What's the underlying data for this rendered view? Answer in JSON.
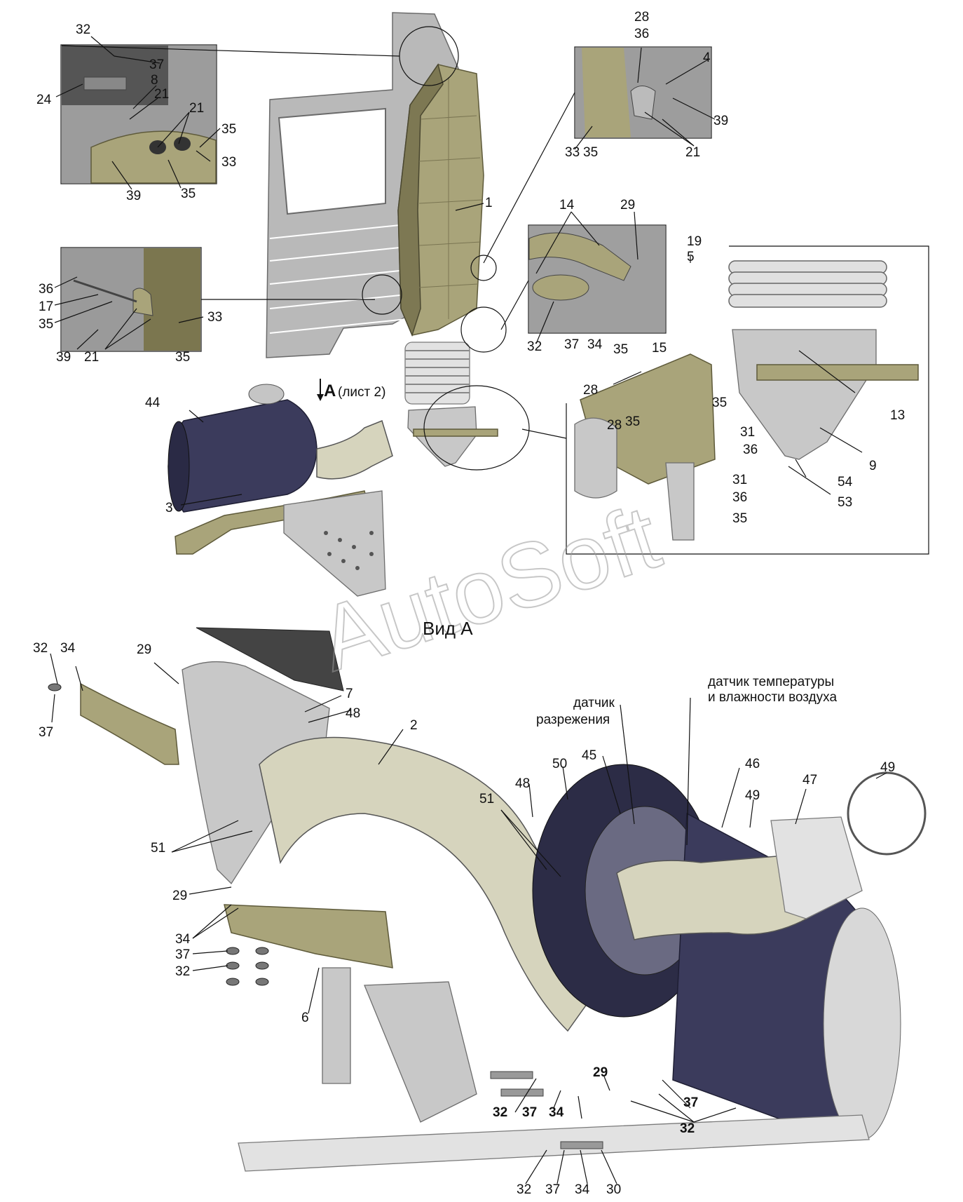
{
  "header": {
    "view_label": "Вид А",
    "section_arrow_letter": "А",
    "section_arrow_note": "(лист 2)"
  },
  "watermark": "AutoSoft",
  "sensors": {
    "vacuum_sensor": [
      "датчик",
      "разрежения"
    ],
    "temp_humidity_sensor": [
      "датчик температуры",
      "и влажности воздуха"
    ]
  },
  "callouts": {
    "inset_top_left": [
      "32",
      "37",
      "8",
      "24",
      "21",
      "21",
      "35",
      "33",
      "39",
      "35"
    ],
    "inset_mid_left": [
      "36",
      "17",
      "35",
      "39",
      "21",
      "33",
      "35"
    ],
    "inset_top_right": [
      "28",
      "36",
      "4",
      "39",
      "33",
      "35",
      "21"
    ],
    "inset_clamp": [
      "14",
      "29",
      "32",
      "37",
      "34"
    ],
    "inset_hopper": [
      "19",
      "5",
      "15",
      "35",
      "28",
      "28",
      "35",
      "35",
      "31",
      "36",
      "31",
      "36",
      "35",
      "13",
      "9",
      "54",
      "53"
    ],
    "upper_main": [
      "1",
      "44",
      "3"
    ],
    "view_a_left": [
      "32",
      "34",
      "37",
      "29",
      "7",
      "48",
      "2",
      "51",
      "29",
      "34",
      "37",
      "32",
      "6"
    ],
    "view_a_right": [
      "50",
      "45",
      "48",
      "51",
      "46",
      "49",
      "47",
      "49"
    ],
    "view_a_bottom": [
      "29",
      "37",
      "32",
      "37",
      "34",
      "32",
      "32",
      "37",
      "34",
      "30"
    ]
  }
}
